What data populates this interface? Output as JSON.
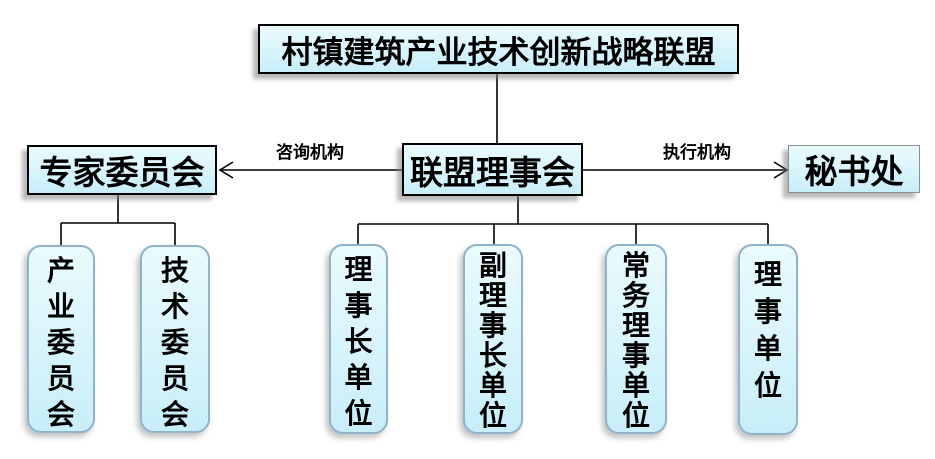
{
  "colors": {
    "page_bg": "#ffffff",
    "box_fill_top": "#eafbfd",
    "box_fill_bottom": "#c8eef9",
    "rect_border": "#000000",
    "secretariat_border": "#8f8f8f",
    "rounded_border": "#90b3c9",
    "connector": "#000000",
    "text_color": "#000000"
  },
  "diagram": {
    "root": {
      "label": "村镇建筑产业技术创新战略联盟"
    },
    "council": {
      "label": "联盟理事会"
    },
    "expert": {
      "label": "专家委员会"
    },
    "secretariat": {
      "label": "秘书处"
    },
    "advisory_arrow": {
      "label": "咨询机构"
    },
    "executive_arrow": {
      "label": "执行机构"
    },
    "expert_children": [
      {
        "label": "产业委员会"
      },
      {
        "label": "技术委员会"
      }
    ],
    "council_children": [
      {
        "label": "理事长单位"
      },
      {
        "label": "副理事长单位"
      },
      {
        "label": "常务理事单位"
      },
      {
        "label": "理事单位"
      }
    ]
  }
}
